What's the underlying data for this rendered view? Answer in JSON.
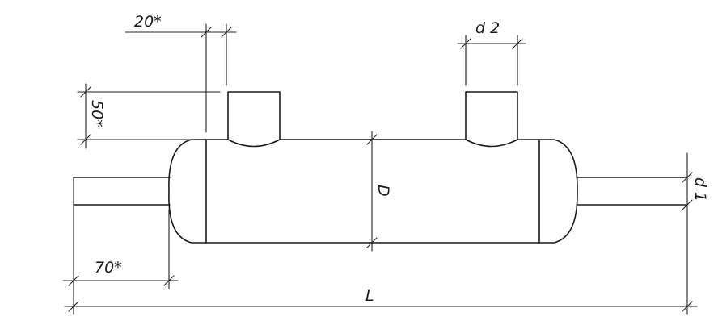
{
  "drawing": {
    "labels": {
      "top_nozzle_width": "20*",
      "top_nozzle_height": "50*",
      "nozzle_diameter_2": "d 2",
      "vessel_diameter": "D",
      "nozzle_diameter_1": "d 1",
      "side_nozzle_length": "70*",
      "total_length": "L"
    }
  }
}
